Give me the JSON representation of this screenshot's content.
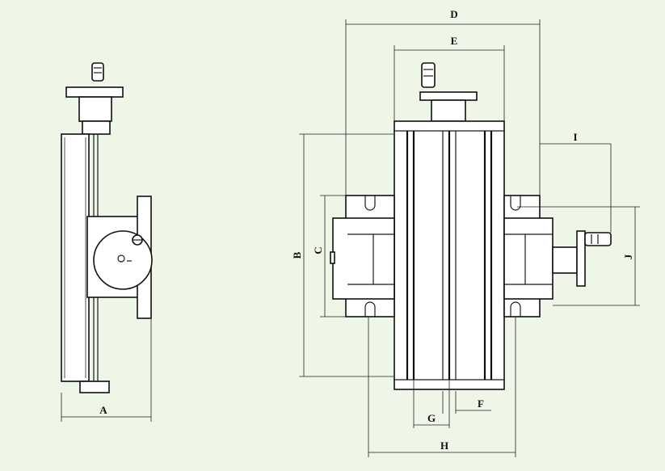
{
  "drawing": {
    "background_color": "#eef6e8",
    "line_color": "#111111"
  },
  "dimensions": {
    "A": "A",
    "B": "B",
    "C": "C",
    "D": "D",
    "E": "E",
    "F": "F",
    "G": "G",
    "H": "H",
    "I": "I",
    "J": "J"
  }
}
